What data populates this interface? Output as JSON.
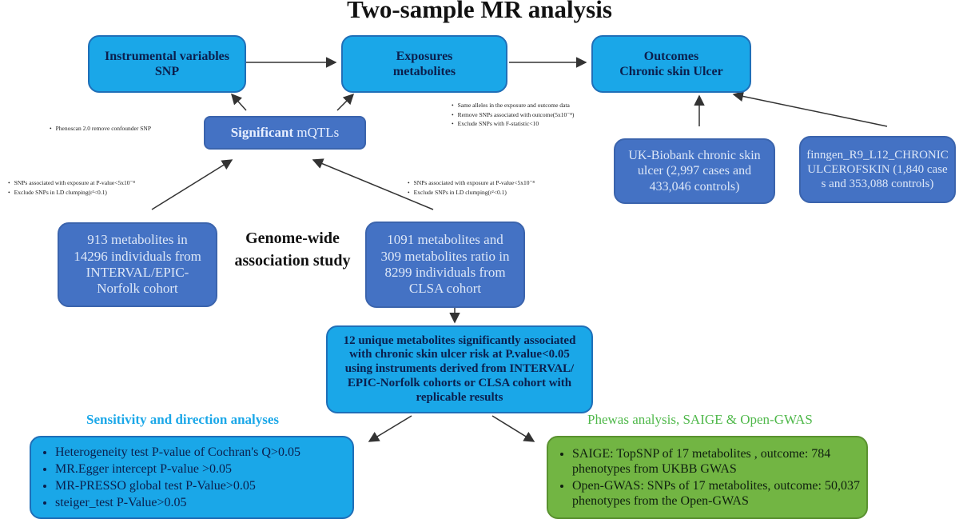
{
  "title": "Two-sample MR analysis",
  "boxes": {
    "instrumental": {
      "line1": "Instrumental variables",
      "line2": "SNP"
    },
    "exposures": {
      "line1": "Exposures",
      "line2": "metabolites"
    },
    "outcomes": {
      "line1": "Outcomes",
      "line2": "Chronic skin Ulcer"
    },
    "mqtls": {
      "bold": "Significant",
      "rest": " mQTLs"
    },
    "ukbiobank": "UK-Biobank chronic skin ulcer (2,997 cases and 433,046 controls)",
    "finngen": "finngen_R9_L12_CHRONICULCEROFSKIN (1,840 cases and 353,088 controls)",
    "interval": "913 metabolites in 14296 individuals from INTERVAL/EPIC-Norfolk cohort",
    "clsa": "1091 metabolites and 309 metabolites ratio in 8299 individuals from CLSA cohort",
    "unique": "12 unique metabolites significantly associated with chronic skin ulcer risk at P.value<0.05 using instruments derived from INTERVAL/ EPIC-Norfolk cohorts or CLSA cohort with replicable results"
  },
  "gwas_label": "Genome-wide association study",
  "notes": {
    "phenoscan": "Phenoscan 2.0 remove confounder SNP",
    "harmonize": [
      "Same alleles in the exposure and outcome data",
      "Remove SNPs associated with outcome(5x10⁻⁸)",
      "Exclude SNPs with F-statistic<10"
    ],
    "left": [
      "SNPs associated with exposure at P-value<5x10⁻⁸",
      "Exclude SNPs in LD clumping(r²<0.1)"
    ],
    "right": [
      "SNPs associated with exposure at P-value<5x10⁻⁸",
      "Exclude SNPs in LD clumping(r²<0.1)"
    ]
  },
  "sensitivity": {
    "heading": "Sensitivity and direction analyses",
    "items": [
      "Heterogeneity test P-value of Cochran's Q>0.05",
      "MR.Egger intercept P-value >0.05",
      "MR-PRESSO global test P-Value>0.05",
      "steiger_test P-Value>0.05"
    ]
  },
  "phewas": {
    "heading": "Phewas analysis, SAIGE & Open-GWAS",
    "items": [
      "SAIGE: TopSNP of 17 metabolites , outcome: 784 phenotypes from UKBB GWAS",
      "Open-GWAS: SNPs of 17 metabolites, outcome: 50,037 phenotypes from the Open-GWAS"
    ]
  },
  "colors": {
    "cyan_box": "#1aa7e8",
    "blue_box": "#4472c4",
    "green_box": "#72b543",
    "sensitivity_heading": "#1aa7e8",
    "phewas_heading": "#4fb84a"
  }
}
